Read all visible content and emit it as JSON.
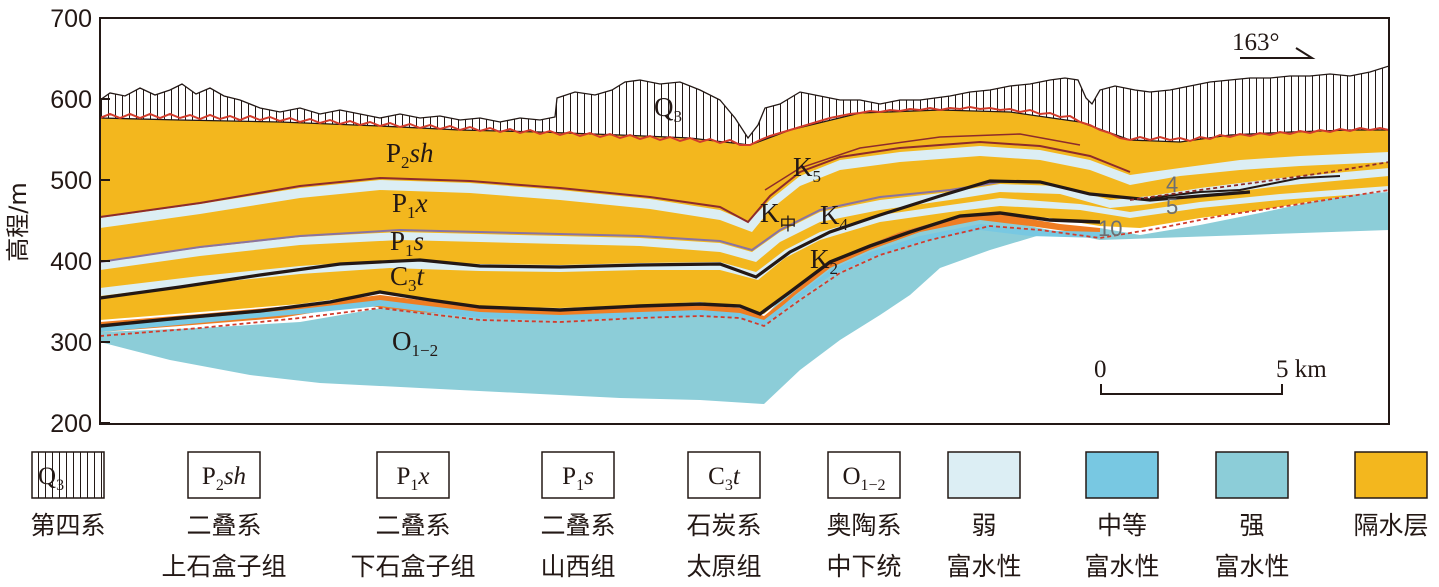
{
  "axis": {
    "title": "高程/m",
    "ticks": [
      "700",
      "600",
      "500",
      "400",
      "300",
      "200"
    ]
  },
  "orientation": "163°",
  "scale": {
    "start": "0",
    "end": "5 km"
  },
  "units": {
    "Q3": {
      "base": "Q",
      "sub": "3",
      "rest": ""
    },
    "P2sh": {
      "base": "P",
      "sub": "2",
      "rest": "sh"
    },
    "P1x": {
      "base": "P",
      "sub": "1",
      "rest": "x"
    },
    "P1s": {
      "base": "P",
      "sub": "1",
      "rest": "s"
    },
    "C3t": {
      "base": "C",
      "sub": "3",
      "rest": "t"
    },
    "O12": {
      "base": "O",
      "sub": "1−2",
      "rest": ""
    }
  },
  "beds": {
    "K5": {
      "base": "K",
      "sub": "5"
    },
    "Kzhong": {
      "base": "K",
      "sub": "中"
    },
    "K4": {
      "base": "K",
      "sub": "4"
    },
    "K2": {
      "base": "K",
      "sub": "2"
    },
    "n4": "4",
    "n5": "5",
    "n10": "10"
  },
  "colors": {
    "aquitard": "#f3b71e",
    "weak": "#dceef4",
    "medium": "#78c8e2",
    "strong": "#8ccdd8",
    "limestone": "#ef7d22",
    "boundary": "#8d2b2b",
    "interface": "#8a73a0"
  },
  "legend": [
    {
      "code": {
        "base": "Q",
        "sub": "3",
        "rest": ""
      },
      "line1": "第四系",
      "line2": ""
    },
    {
      "code": {
        "base": "P",
        "sub": "2",
        "rest": "sh"
      },
      "line1": "二叠系",
      "line2": "上石盒子组"
    },
    {
      "code": {
        "base": "P",
        "sub": "1",
        "rest": "x"
      },
      "line1": "二叠系",
      "line2": "下石盒子组"
    },
    {
      "code": {
        "base": "P",
        "sub": "1",
        "rest": "s"
      },
      "line1": "二叠系",
      "line2": "山西组"
    },
    {
      "code": {
        "base": "C",
        "sub": "3",
        "rest": "t"
      },
      "line1": "石炭系",
      "line2": "太原组"
    },
    {
      "code": {
        "base": "O",
        "sub": "1−2",
        "rest": ""
      },
      "line1": "奥陶系",
      "line2": "中下统"
    },
    {
      "swatch": "#dceef4",
      "line1": "弱",
      "line2": "富水性"
    },
    {
      "swatch": "#78c8e2",
      "line1": "中等",
      "line2": "富水性"
    },
    {
      "swatch": "#8ccdd8",
      "line1": "强",
      "line2": "富水性"
    },
    {
      "swatch": "#f3b71e",
      "line1": "隔水层",
      "line2": ""
    }
  ]
}
